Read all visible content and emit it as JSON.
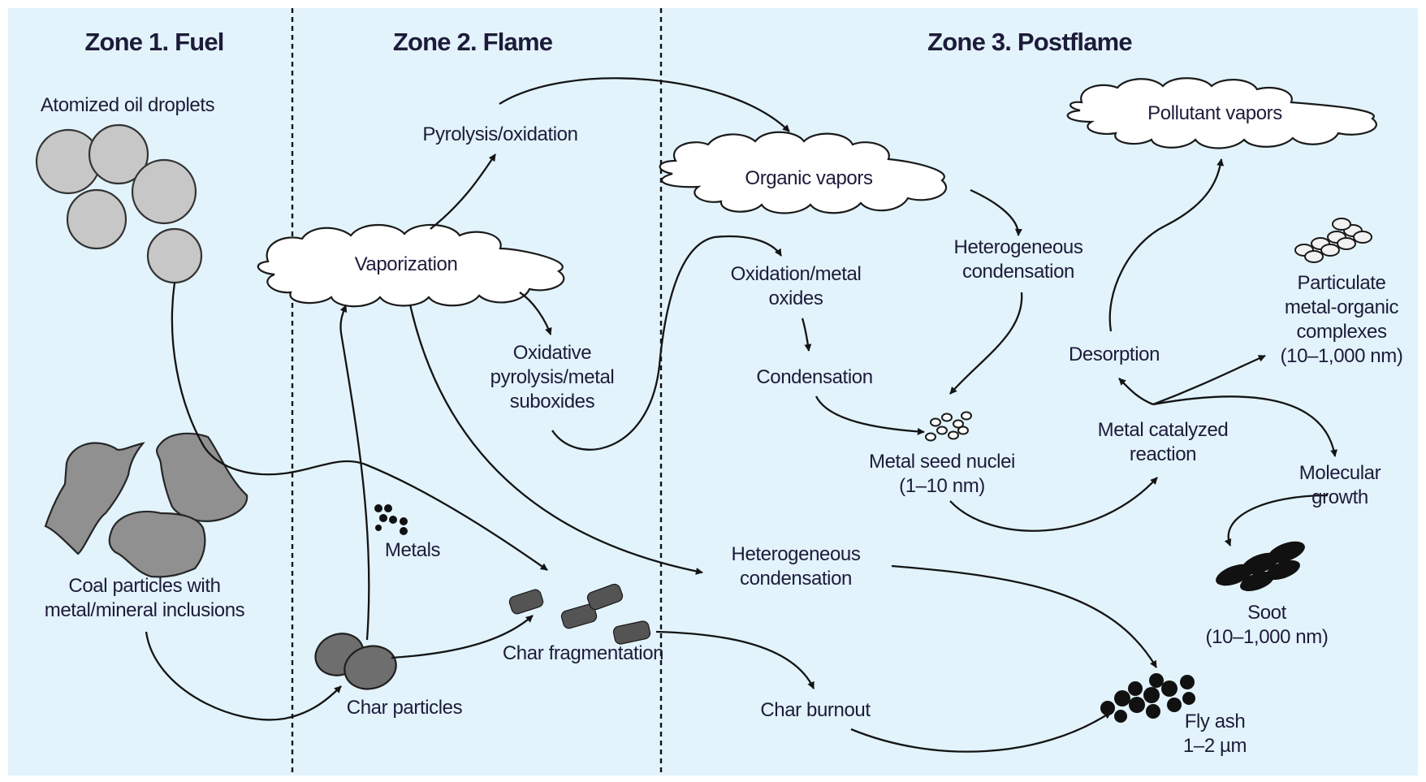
{
  "zones": {
    "fuel": "Zone 1. Fuel",
    "flame": "Zone 2. Flame",
    "postflame": "Zone 3. Postflame"
  },
  "labels": {
    "atomized_oil_droplets": "Atomized oil droplets",
    "coal_particles": "Coal particles with\nmetal/mineral inclusions",
    "char_particles": "Char particles",
    "metals": "Metals",
    "vaporization": "Vaporization",
    "pyrolysis_oxidation": "Pyrolysis/oxidation",
    "oxidative_pyrolysis": "Oxidative\npyrolysis/metal\nsuboxides",
    "char_fragmentation": "Char fragmentation",
    "organic_vapors": "Organic vapors",
    "oxidation_metal_oxides": "Oxidation/metal\noxides",
    "heterogeneous_condensation_upper": "Heterogeneous\ncondensation",
    "condensation": "Condensation",
    "metal_seed_nuclei": "Metal seed nuclei\n(1–10 nm)",
    "heterogeneous_condensation_lower": "Heterogeneous\ncondensation",
    "char_burnout": "Char burnout",
    "pollutant_vapors": "Pollutant vapors",
    "desorption": "Desorption",
    "particulate_metal_organic": "Particulate\nmetal-organic\ncomplexes\n(10–1,000 nm)",
    "metal_catalyzed_reaction": "Metal catalyzed\nreaction",
    "molecular_growth": "Molecular\ngrowth",
    "soot": "Soot\n(10–1,000 nm)",
    "fly_ash": "Fly ash\n1–2 µm"
  }
}
